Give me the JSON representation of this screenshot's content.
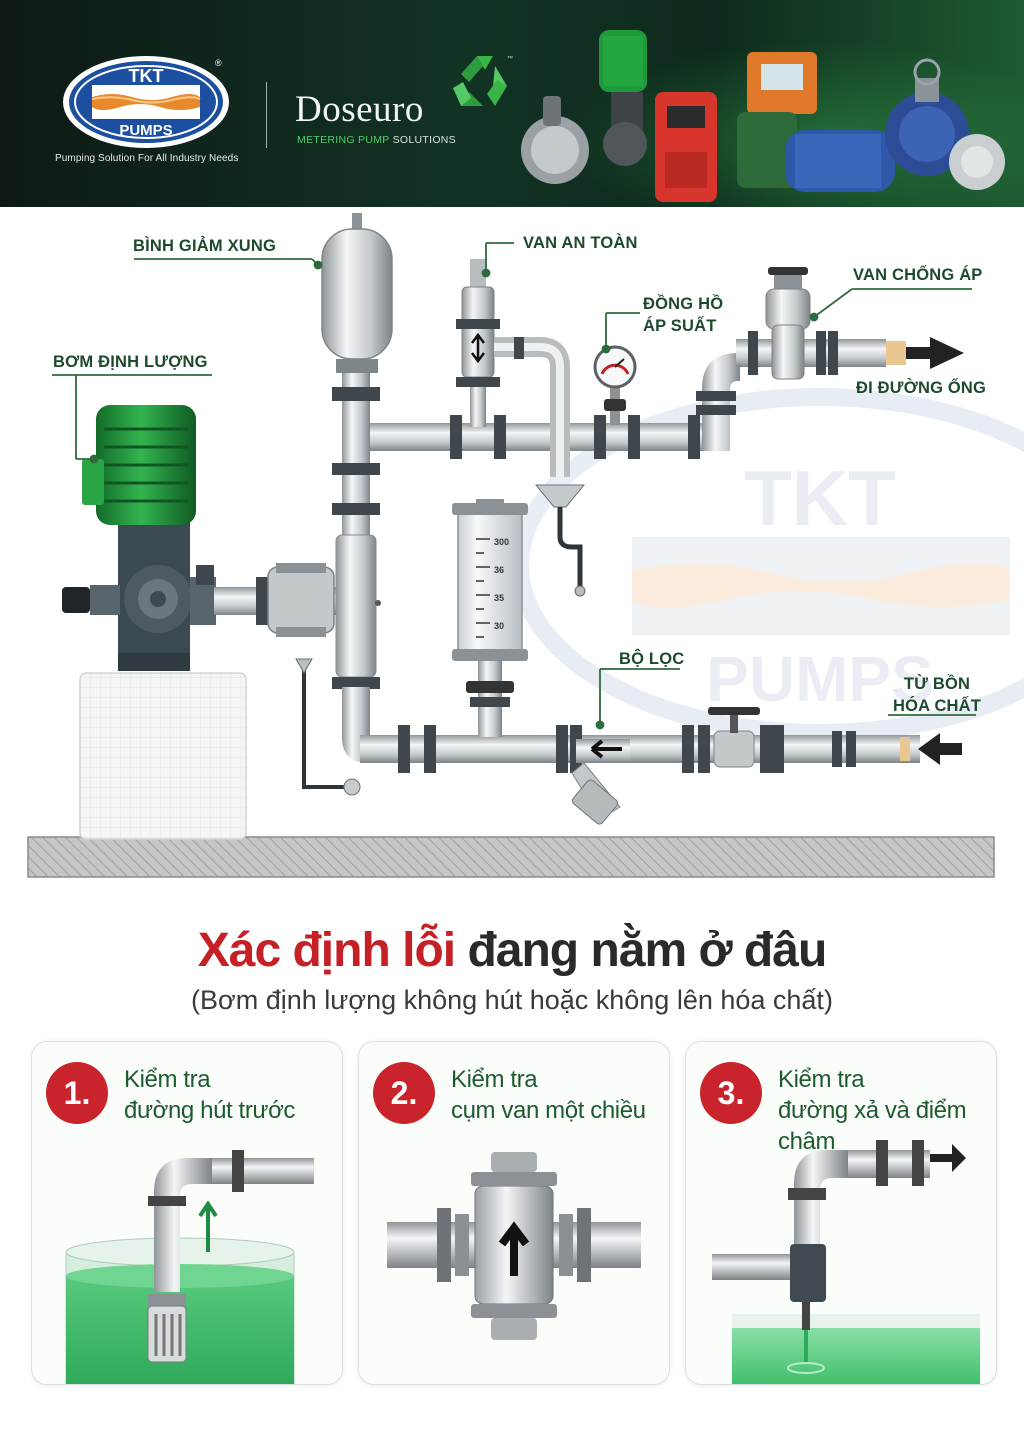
{
  "header": {
    "tkt_logo": {
      "line1": "TKT",
      "line2": "PUMPS",
      "registered": "®"
    },
    "tkt_tagline": "Pumping Solution For All Industry Needs",
    "doseuro": {
      "name": "Doseuro",
      "sub_highlight": "METERING PUMP",
      "sub_rest": " SOLUTIONS",
      "trademark": "™"
    }
  },
  "diagram": {
    "labels": {
      "pulsation_dampener": "BÌNH GIẢM XUNG",
      "safety_valve": "VAN AN TOÀN",
      "pressure_gauge_l1": "ĐỒNG HỒ",
      "pressure_gauge_l2": "ÁP SUẤT",
      "back_pressure_valve": "VAN CHỐNG ÁP",
      "to_pipeline": "ĐI ĐƯỜNG ỐNG",
      "dosing_pump": "BƠM ĐỊNH LƯỢNG",
      "filter": "BỘ LỌC",
      "from_tank_l1": "TỪ BỒN",
      "from_tank_l2": "HÓA CHẤT"
    },
    "calibration_ticks": [
      "300",
      "36",
      "35",
      "30"
    ],
    "watermark": {
      "line1": "TKT",
      "line2": "PUMPS"
    }
  },
  "section": {
    "title_highlight": "Xác định lỗi",
    "title_rest": " đang nằm ở đâu",
    "subtitle": "(Bơm định lượng không hút hoặc không lên hóa chất)"
  },
  "cards": [
    {
      "number": "1.",
      "line1": "Kiểm tra",
      "line2": "đường hút trước"
    },
    {
      "number": "2.",
      "line1": "Kiểm tra",
      "line2": "cụm van một chiều"
    },
    {
      "number": "3.",
      "line1": "Kiểm tra",
      "line2": "đường xả và điểm châm"
    }
  ],
  "colors": {
    "brand_green": "#1d5a2e",
    "accent_red": "#c9242b",
    "chemical_green": "#3fbf6a",
    "header_dark": "#0e2a1c"
  }
}
